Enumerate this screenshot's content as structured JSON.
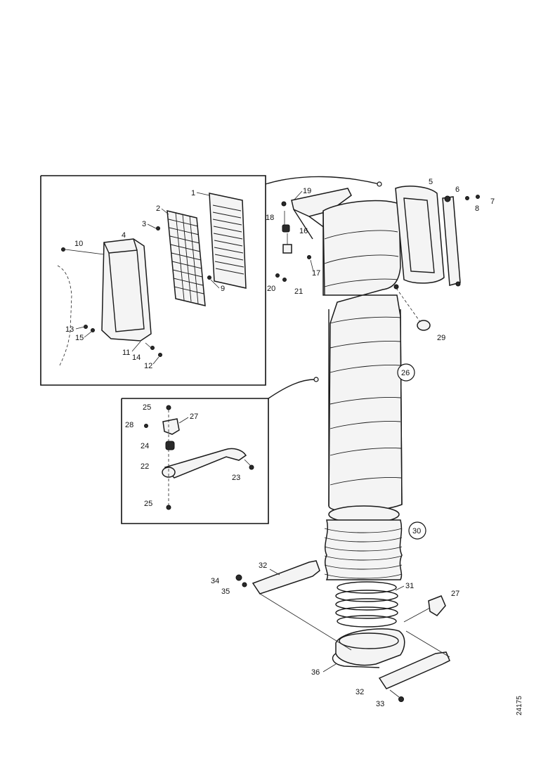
{
  "drawing_number": "24175",
  "part_labels": {
    "p1": "1",
    "p2": "2",
    "p3": "3",
    "p4": "4",
    "p5": "5",
    "p6": "6",
    "p7": "7",
    "p8": "8",
    "p9": "9",
    "p10": "10",
    "p11": "11",
    "p12": "12",
    "p13": "13",
    "p14": "14",
    "p15": "15",
    "p16": "16",
    "p17": "17",
    "p18": "18",
    "p19": "19",
    "p20": "20",
    "p21": "21",
    "p22": "22",
    "p23": "23",
    "p24": "24",
    "p25": "25",
    "p26": "26",
    "p27": "27",
    "p28": "28",
    "p29": "29",
    "p30": "30",
    "p31": "31",
    "p32": "32",
    "p33": "33",
    "p34": "34",
    "p35": "35",
    "p36": "36"
  },
  "colors": {
    "ink": "#1a1a1a",
    "paper": "#ffffff",
    "fill": "#f4f4f4"
  }
}
